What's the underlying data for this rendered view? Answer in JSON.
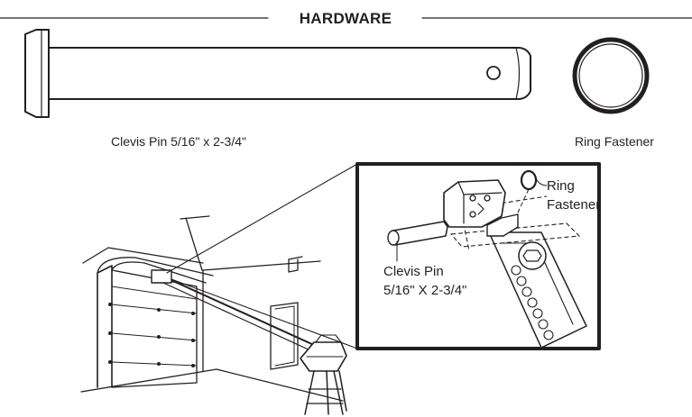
{
  "header": {
    "title": "HARDWARE"
  },
  "parts": [
    {
      "caption": "Clevis Pin 5/16\" x 2-3/4\""
    },
    {
      "caption": "Ring Fastener"
    }
  ],
  "callouts": {
    "ring_line1": "Ring",
    "ring_line2": "Fastener",
    "pin_line1": "Clevis Pin",
    "pin_line2": "5/16\" X 2-3/4\""
  }
}
